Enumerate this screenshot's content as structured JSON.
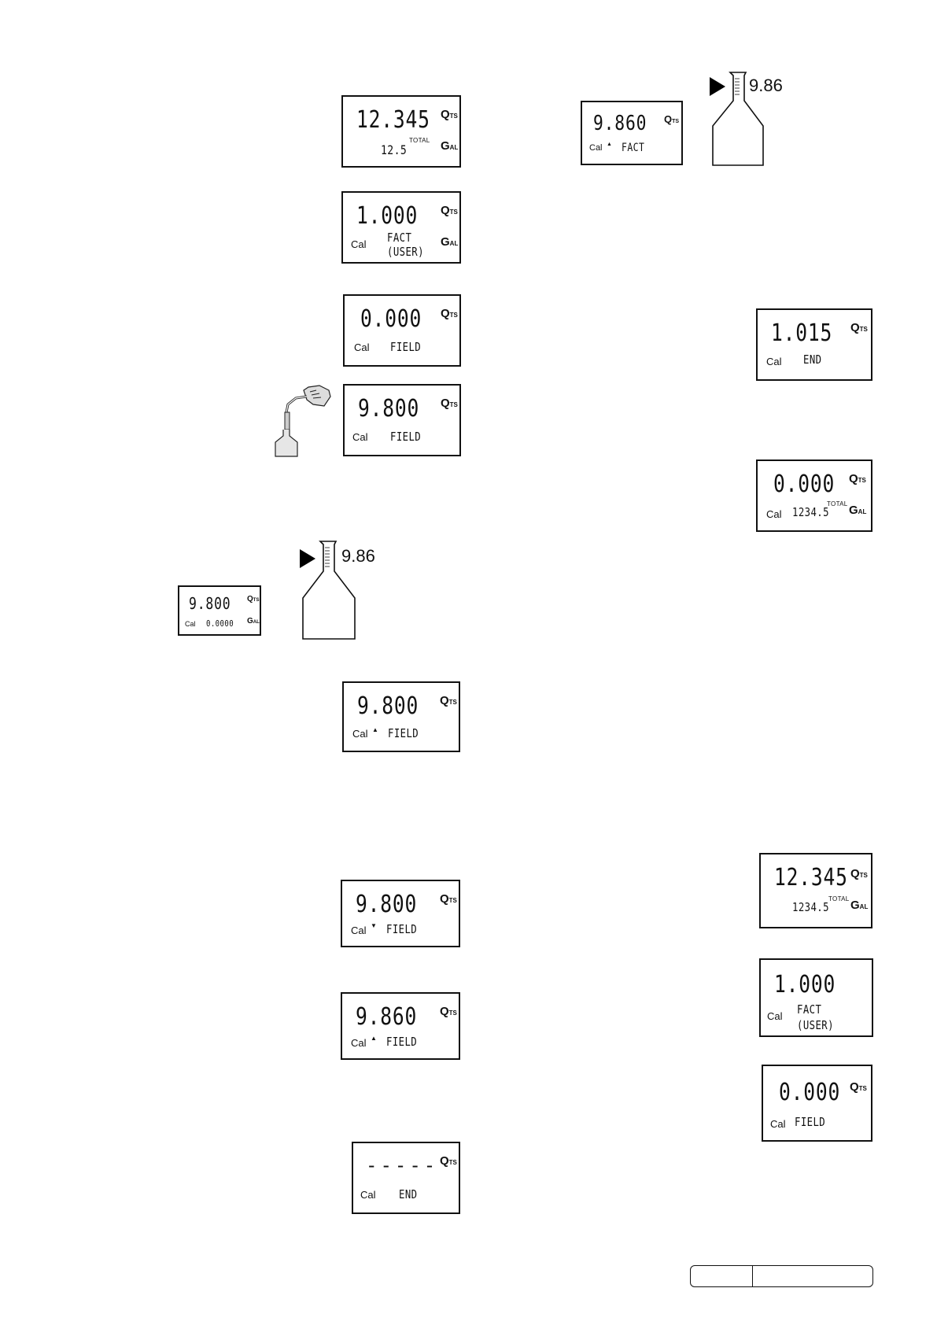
{
  "common": {
    "cal": "Cal",
    "total": "TOTAL",
    "q": "Q",
    "q_sub": "TS",
    "g": "G",
    "g_sub": "AL",
    "up": "▲",
    "down": "▼"
  },
  "flask1": {
    "volume": "9.86"
  },
  "flask2": {
    "volume": "9.86"
  },
  "d1": {
    "main": "12.345",
    "sub": "12.5"
  },
  "d2": {
    "main": "1.000",
    "mode": "FACT",
    "mode2": "(USER)"
  },
  "d3": {
    "main": "0.000",
    "mode": "FIELD"
  },
  "d4": {
    "main": "9.800",
    "mode": "FIELD"
  },
  "d5": {
    "main": "9.800",
    "sub": "0.0000"
  },
  "d6": {
    "main": "9.800",
    "mode": "FIELD"
  },
  "d7": {
    "main": "9.800",
    "mode": "FIELD"
  },
  "d8": {
    "main": "9.860",
    "mode": "FIELD"
  },
  "d9": {
    "main": "-----",
    "mode": "END"
  },
  "r1": {
    "main": "9.860",
    "mode": "FACT"
  },
  "r2": {
    "main": "1.015",
    "mode": "END"
  },
  "r3": {
    "main": "0.000",
    "sub": "1234.5"
  },
  "r4": {
    "main": "12.345",
    "sub": "1234.5"
  },
  "r5": {
    "main": "1.000",
    "mode": "FACT",
    "mode2": "(USER)"
  },
  "r6": {
    "main": "0.000",
    "mode": "FIELD"
  }
}
